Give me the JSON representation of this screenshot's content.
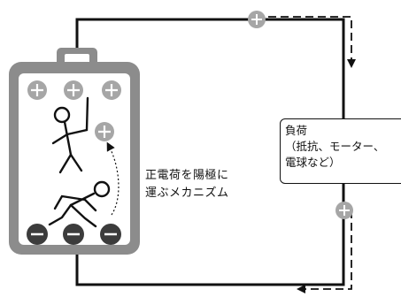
{
  "diagram": {
    "caption_lines": [
      "正電荷を陽極に",
      "運ぶメカニズム"
    ],
    "load_label_lines": [
      "負荷",
      "（抵抗、モーター、",
      "電球など）"
    ],
    "colors": {
      "battery_body": "#8c8c8c",
      "battery_inner": "#ffffff",
      "charge_fill": "#a6a6a6",
      "negative_fill": "#3c3c3c",
      "wire": "#111111"
    },
    "icons": [
      "positive-charge-icon",
      "negative-charge-icon",
      "stick-figure-icon",
      "current-arrow-icon"
    ]
  }
}
